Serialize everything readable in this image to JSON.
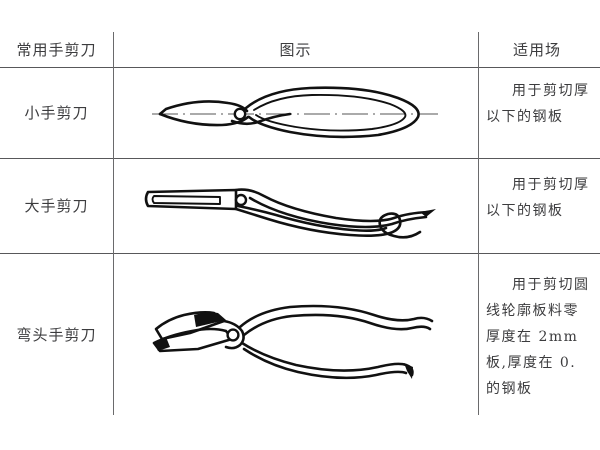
{
  "table": {
    "headers": [
      {
        "id": "tool-name",
        "label": "常用手剪刀"
      },
      {
        "id": "illustration",
        "label": "图示"
      },
      {
        "id": "application",
        "label": "适用场"
      }
    ],
    "rows": [
      {
        "name": "小手剪刀",
        "figure": "small-hand-shears-diagram",
        "description_lines": [
          "用于剪切厚",
          "以下的钢板"
        ]
      },
      {
        "name": "大手剪刀",
        "figure": "large-hand-shears-diagram",
        "description_lines": [
          "用于剪切厚",
          "以下的钢板"
        ]
      },
      {
        "name": "弯头手剪刀",
        "figure": "bent-head-hand-shears-diagram",
        "description_lines": [
          "用于剪切圆",
          "线轮廓板料零",
          "厚度在 2mm",
          "板,厚度在 0.",
          "的钢板"
        ]
      }
    ]
  },
  "colors": {
    "rule": "#58585a",
    "text": "#3c3c3e",
    "ink": "#111111",
    "page": "#ffffff"
  }
}
